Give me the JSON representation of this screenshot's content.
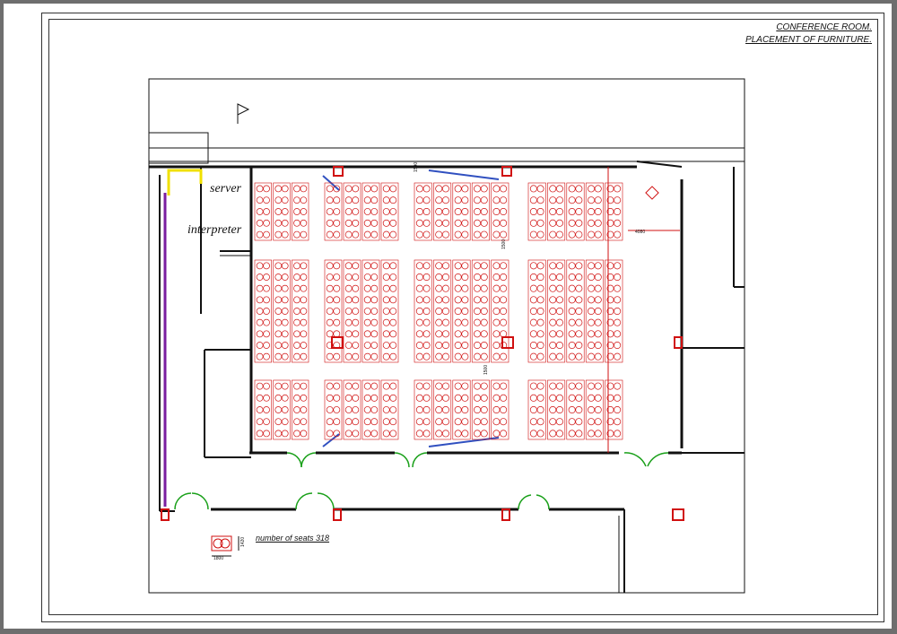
{
  "title": {
    "line1": "CONFERENCE ROOM.",
    "line2": "PLACEMENT OF FURNITURE."
  },
  "rooms": {
    "server": "server",
    "interpreter": "interpreter"
  },
  "legend": {
    "seats_text": "number of seats 318",
    "dim_width": "1800",
    "dim_height": "1420"
  },
  "dimensions": {
    "right_gap": "4080",
    "aisle_1": "1500",
    "aisle_2": "1500",
    "aisle_3": "1500"
  },
  "colors": {
    "walls": "#111111",
    "furniture": "#d01010",
    "doors": "#1aa01a",
    "partition": "#7a1fa0",
    "server_door": "#f0e000",
    "glass": "#3050c0"
  }
}
